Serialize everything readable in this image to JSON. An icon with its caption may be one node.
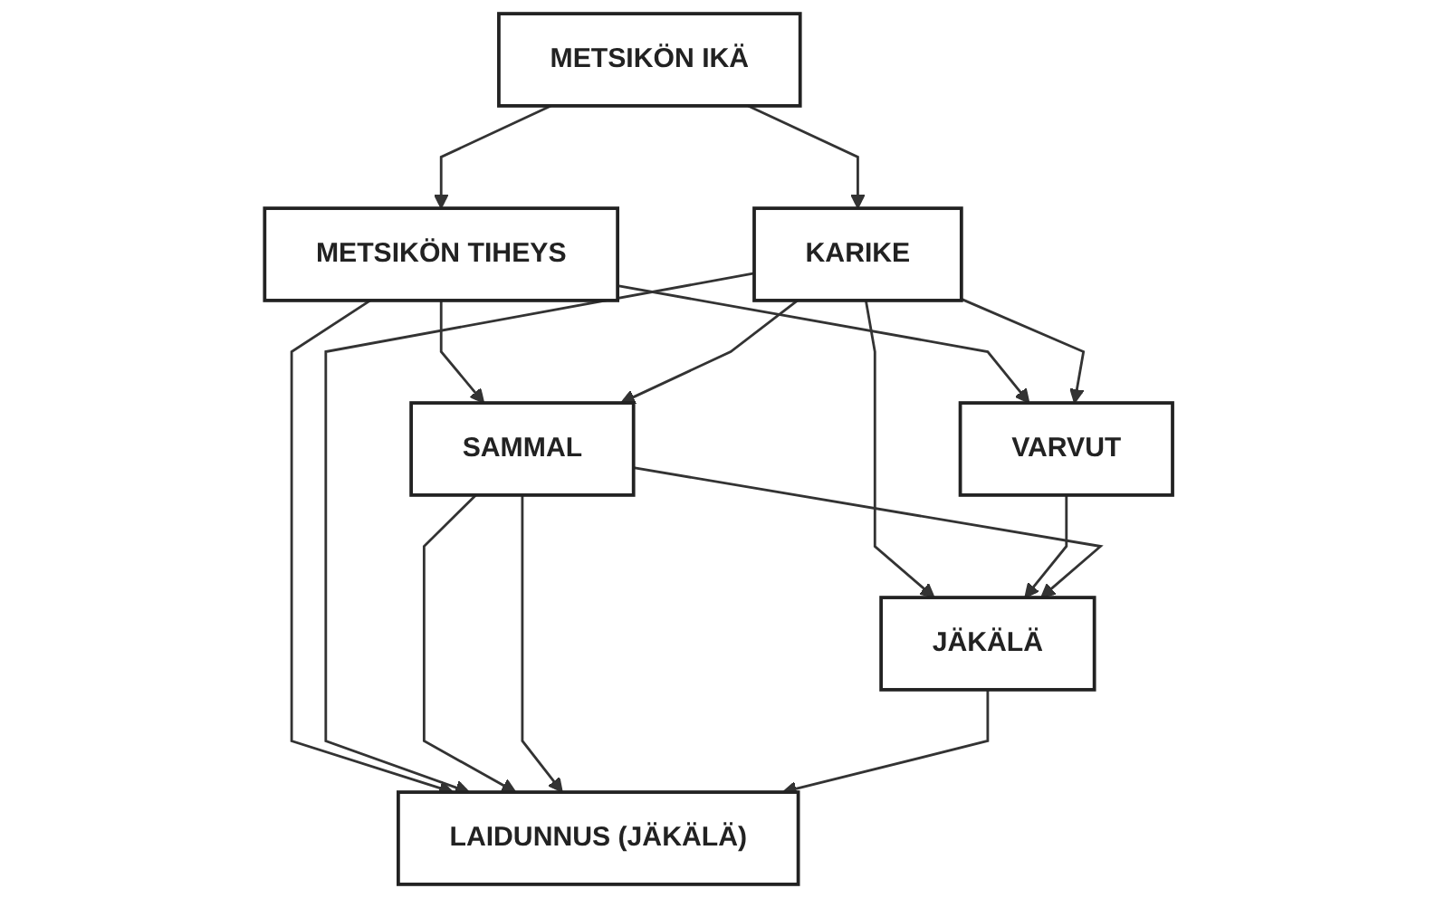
{
  "diagram": {
    "nodes": [
      {
        "text": [
          "METSIKÖN IKÄ"
        ]
      },
      {
        "text": [
          "METSIKÖN TIHEYS"
        ]
      },
      {
        "text": [
          "KARIKE"
        ]
      },
      {
        "text": [
          "SAMMAL"
        ]
      },
      {
        "text": [
          "VARVUT"
        ]
      },
      {
        "text": [
          "JÄKÄLÄ"
        ]
      },
      {
        "text": [
          "LAIDUNNUS (JÄKÄLÄ)"
        ]
      }
    ],
    "edges": [
      {
        "from": 0,
        "to": 1,
        "arrow": "to"
      },
      {
        "from": 0,
        "to": 2,
        "arrow": "to"
      },
      {
        "from": 1,
        "to": 3,
        "arrow": "to"
      },
      {
        "from": 1,
        "to": 4,
        "arrow": "to"
      },
      {
        "from": 1,
        "to": 6,
        "arrow": "to"
      },
      {
        "from": 2,
        "to": 3,
        "arrow": "to"
      },
      {
        "from": 2,
        "to": 4,
        "arrow": "to"
      },
      {
        "from": 2,
        "to": 5,
        "arrow": "to"
      },
      {
        "from": 2,
        "to": 6,
        "arrow": "to"
      },
      {
        "from": 4,
        "to": 5,
        "arrow": "to"
      },
      {
        "from": 3,
        "to": 5,
        "arrow": "to"
      },
      {
        "from": 3,
        "to": 6,
        "arrow": "to"
      },
      {
        "from": 3,
        "to": 6,
        "arrow": "to"
      },
      {
        "from": 5,
        "to": 6,
        "arrow": "to"
      }
    ]
  }
}
